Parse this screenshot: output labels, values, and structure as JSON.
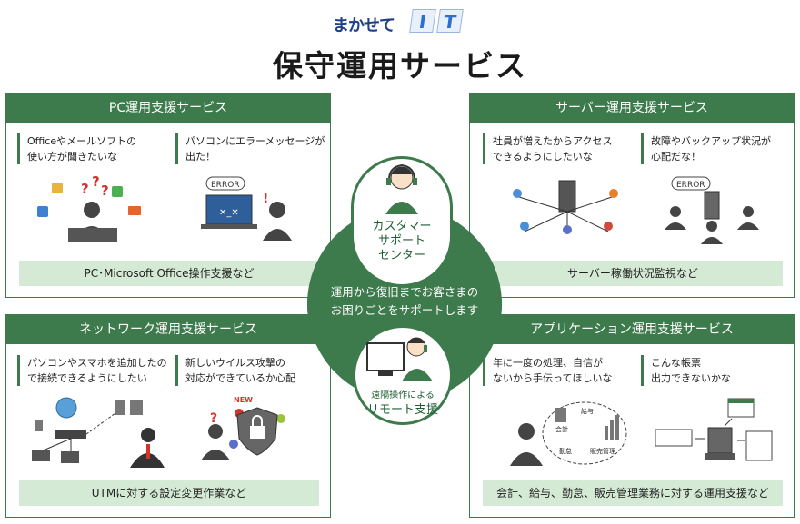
{
  "header": {
    "logo_prefix": "まかせて",
    "logo_letters": [
      "I",
      "T"
    ],
    "title": "保守運用サービス"
  },
  "center": {
    "message_line1": "運用から復旧までお客さまの",
    "message_line2": "お困りごとをサポートします",
    "customer_support": [
      "カスタマー",
      "サポート",
      "センター"
    ],
    "remote_small": "遠隔操作による",
    "remote_big": "リモート支援"
  },
  "cards": {
    "pc": {
      "title": "PC運用支援サービス",
      "needs": [
        [
          "Officeやメールソフトの",
          "使い方が聞きたいな"
        ],
        [
          "パソコンにエラーメッセージが",
          "出た！"
        ]
      ],
      "error_label": "ERROR",
      "footer": "PC･Microsoft Office操作支援など"
    },
    "server": {
      "title": "サーバー運用支援サービス",
      "needs": [
        [
          "社員が増えたからアクセス",
          "できるようにしたいな"
        ],
        [
          "故障やバックアップ状況が",
          "心配だな！"
        ]
      ],
      "error_label": "ERROR",
      "footer": "サーバー稼働状況監視など"
    },
    "network": {
      "title": "ネットワーク運用支援サービス",
      "needs": [
        [
          "パソコンやスマホを追加したの",
          "で接続できるようにしたい"
        ],
        [
          "新しいウイルス攻撃の",
          "対応ができているか心配"
        ]
      ],
      "new_label": "NEW",
      "footer": "UTMに対する設定変更作業など"
    },
    "app": {
      "title": "アプリケーション運用支援サービス",
      "needs": [
        [
          "年に一度の処理、自信が",
          "ないから手伝ってほしいな"
        ],
        [
          "こんな帳票",
          "出力できないかな"
        ]
      ],
      "app_labels": [
        "会計",
        "給与",
        "勤怠",
        "販売管理"
      ],
      "footer": "会計、給与、勤怠、販売管理業務に対する運用支援など"
    }
  },
  "colors": {
    "brand_green": "#3d7a4c",
    "light_green": "#d5ead5",
    "logo_blue": "#1f3f86",
    "error_red": "#d2332b"
  }
}
